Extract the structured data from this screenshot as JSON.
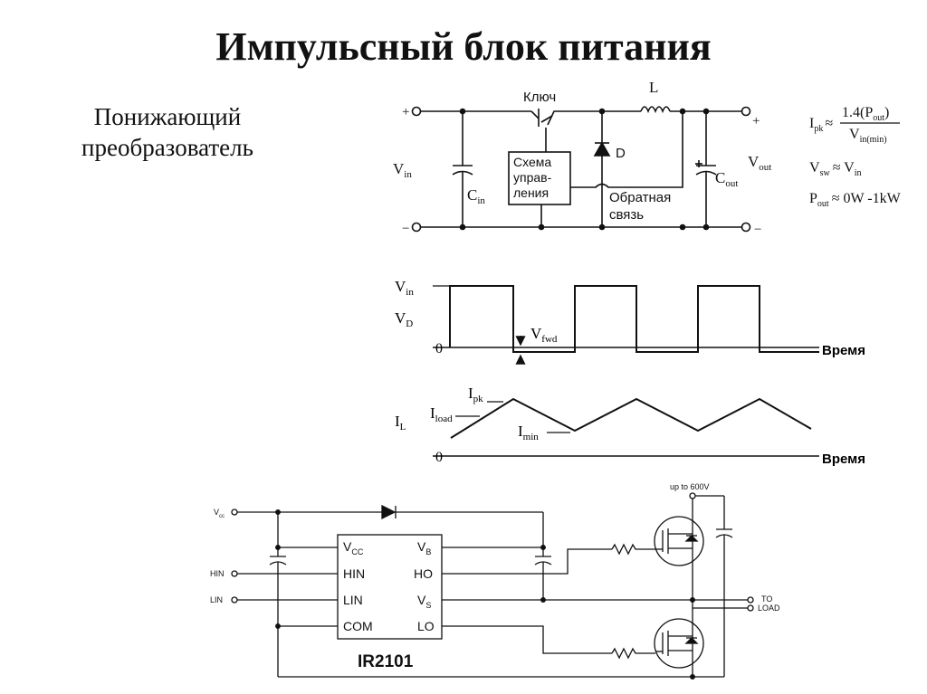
{
  "title": "Импульсный блок питания",
  "subtitle": {
    "line1": "Понижающий",
    "line2": "преобразователь"
  },
  "buck_schematic": {
    "plus_in": "+",
    "minus_in": "−",
    "plus_out": "+",
    "minus_out": "−",
    "vin": "V",
    "vin_sub": "in",
    "cin": "C",
    "cin_sub": "in",
    "key_label": "Ключ",
    "inductor": "L",
    "diode": "D",
    "control_line1": "Схема",
    "control_line2": "управ-",
    "control_line3": "ления",
    "feedback_line1": "Обратная",
    "feedback_line2": "связь",
    "cout": "C",
    "cout_sub": "out",
    "vout": "V",
    "vout_sub": "out"
  },
  "formulas": {
    "ipk": "I",
    "ipk_sub": "pk",
    "approx": "≈",
    "numerator": "1.4(P",
    "numerator_sub": "out",
    "numerator_end": ")",
    "denominator": "V",
    "denominator_sub": "in(min)",
    "vsw": "V",
    "vsw_sub": "sw",
    "vsw_rhs": "≈ V",
    "vsw_rhs_sub": "in",
    "pout": "P",
    "pout_sub": "out",
    "pout_rhs": "≈ 0W -1kW"
  },
  "voltage_graph": {
    "vin": "V",
    "vin_sub": "in",
    "vd": "V",
    "vd_sub": "D",
    "zero": "0",
    "vfwd": "V",
    "vfwd_sub": "fwd",
    "time": "Время"
  },
  "current_graph": {
    "il": "I",
    "il_sub": "L",
    "ipk": "I",
    "ipk_sub": "pk",
    "iload": "I",
    "iload_sub": "load",
    "imin": "I",
    "imin_sub": "min",
    "zero": "0",
    "time": "Время"
  },
  "driver_schematic": {
    "vcc_in": "V",
    "vcc_in_sub": "cc",
    "hin_in": "HIN",
    "lin_in": "LIN",
    "pin_vcc": "V",
    "pin_vcc_sub": "CC",
    "pin_hin": "HIN",
    "pin_lin": "LIN",
    "pin_com": "COM",
    "pin_vb": "V",
    "pin_vb_sub": "B",
    "pin_ho": "HO",
    "pin_vs": "V",
    "pin_vs_sub": "S",
    "pin_lo": "LO",
    "chip": "IR2101",
    "supply": "up to 600V",
    "to": "TO",
    "load": "LOAD"
  }
}
